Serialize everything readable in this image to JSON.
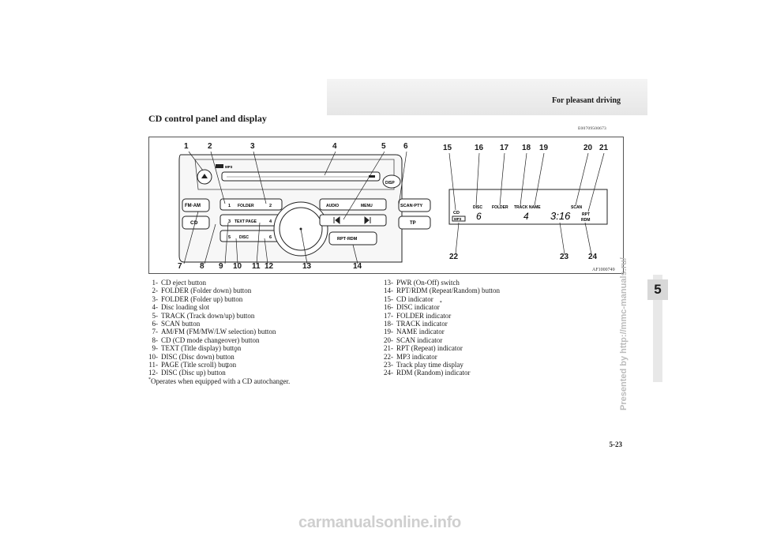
{
  "header": {
    "section_title": "For pleasant driving"
  },
  "page": {
    "title": "CD control panel and display",
    "code": "E00709500673",
    "figure_code": "AF1000749",
    "number": "5-23",
    "chapter_tab": "5"
  },
  "figure": {
    "callouts": [
      "1",
      "2",
      "3",
      "4",
      "5",
      "6",
      "7",
      "8",
      "9",
      "10",
      "11",
      "12",
      "13",
      "14",
      "15",
      "16",
      "17",
      "18",
      "19",
      "20",
      "21",
      "22",
      "23",
      "24"
    ],
    "panel_labels": {
      "folder": "FOLDER",
      "text_page": "TEXT PAGE",
      "disc": "DISC",
      "audio": "AUDIO",
      "menu": "MENU",
      "disp": "DISP",
      "fm_am": "FM·AM",
      "cd": "CD",
      "scan_pty": "SCAN·PTY",
      "tp": "TP",
      "rpt_rdm": "RPT·RDM",
      "num1": "1",
      "num2": "2",
      "num3": "3",
      "num4": "4",
      "num5": "5",
      "num6": "6",
      "mp3": "MP3"
    },
    "display_labels": {
      "cd": "CD",
      "disc": "DISC",
      "folder": "FOLDER",
      "track_name": "TRACK NAME",
      "scan": "SCAN",
      "rpt": "RPT",
      "rdm": "RDM",
      "mp3": "MP3",
      "disc_value": "6",
      "track_value": "4",
      "time_value": "3:16"
    }
  },
  "legend_left": [
    {
      "num": "1-",
      "text": "CD eject button",
      "star": false
    },
    {
      "num": "2-",
      "text": "FOLDER (Folder down) button",
      "star": false
    },
    {
      "num": "3-",
      "text": "FOLDER (Folder up) button",
      "star": false
    },
    {
      "num": "4-",
      "text": "Disc loading slot",
      "star": false
    },
    {
      "num": "5-",
      "text": "TRACK (Track down/up) button",
      "star": false
    },
    {
      "num": "6-",
      "text": "SCAN button",
      "star": false
    },
    {
      "num": "7-",
      "text": "AM/FM (FM/MW/LW selection) button",
      "star": false
    },
    {
      "num": "8-",
      "text": "CD (CD mode changeover) button",
      "star": false
    },
    {
      "num": "9-",
      "text": "TEXT (Title display) button",
      "star": false
    },
    {
      "num": "10-",
      "text": "DISC (Disc down) button",
      "star": true
    },
    {
      "num": "11-",
      "text": "PAGE (Title scroll) button",
      "star": false
    },
    {
      "num": "12-",
      "text": "DISC (Disc up) button",
      "star": true
    }
  ],
  "legend_right": [
    {
      "num": "13-",
      "text": "PWR (On-Off) switch",
      "star": false
    },
    {
      "num": "14-",
      "text": "RPT/RDM (Repeat/Random) button",
      "star": false
    },
    {
      "num": "15-",
      "text": "CD indicator",
      "star": false
    },
    {
      "num": "16-",
      "text": "DISC indicator",
      "star": true
    },
    {
      "num": "17-",
      "text": "FOLDER indicator",
      "star": false
    },
    {
      "num": "18-",
      "text": "TRACK indicator",
      "star": false
    },
    {
      "num": "19-",
      "text": "NAME indicator",
      "star": false
    },
    {
      "num": "20-",
      "text": "SCAN indicator",
      "star": false
    },
    {
      "num": "21-",
      "text": "RPT (Repeat) indicator",
      "star": false
    },
    {
      "num": "22-",
      "text": "MP3 indicator",
      "star": false
    },
    {
      "num": "23-",
      "text": "Track play time display",
      "star": false
    },
    {
      "num": "24-",
      "text": "RDM (Random) indicator",
      "star": false
    }
  ],
  "footnote": {
    "star": "*",
    "text": "Operates when equipped with a CD autochanger."
  },
  "watermarks": {
    "side": "Presented by http://mmc-manuals.ru/",
    "footer": "carmanualsonline.info"
  }
}
